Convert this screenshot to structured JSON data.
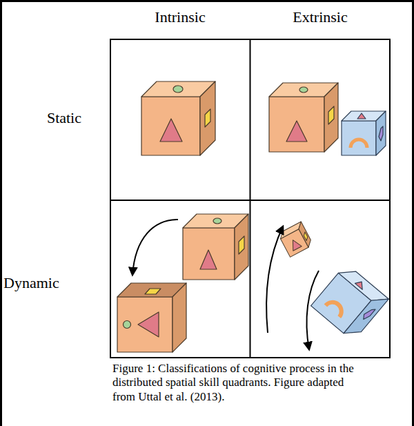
{
  "diagram": {
    "caption": "Figure 1: Classifications of cognitive process in the distributed spatial skill quadrants. Figure adapted from Uttal et al. (2013).",
    "labels": [
      "Intrinsic",
      "Extrinsic",
      "Static",
      "Dynamic"
    ]
  }
}
